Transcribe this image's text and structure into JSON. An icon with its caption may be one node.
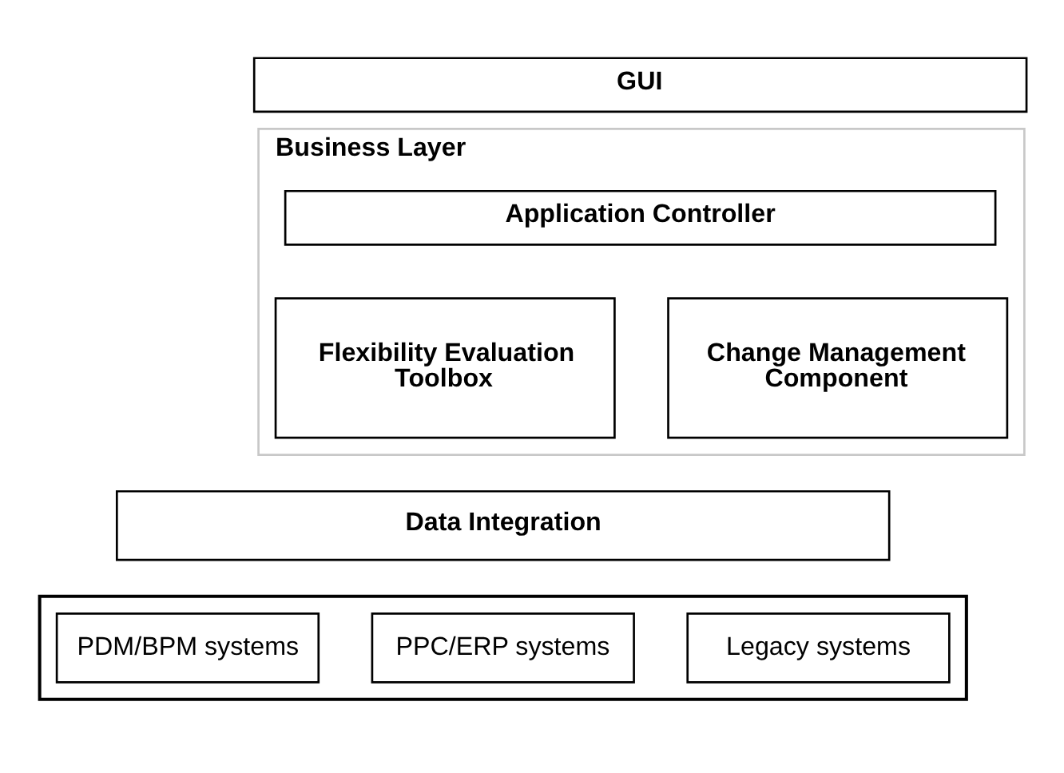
{
  "diagram": {
    "nodes": [
      {
        "text": [
          "GUI"
        ]
      },
      {
        "text": [
          "Business Layer"
        ]
      },
      {
        "text": [
          "Application Controller"
        ],
        "in": 1
      },
      {
        "text": [
          "Flexibility Evaluation Toolbox"
        ],
        "in": 1
      },
      {
        "text": [
          "Change Management Component"
        ],
        "in": 1
      },
      {
        "text": [
          "Data Integration"
        ]
      },
      {
        "text": [],
        "shape": "box"
      },
      {
        "text": [
          "Legacy systems"
        ],
        "in": 6
      },
      {
        "text": [
          "PPC/ERP systems"
        ],
        "in": 6
      },
      {
        "text": [
          "PDM/BPM systems"
        ],
        "in": 6
      }
    ],
    "edges": []
  }
}
